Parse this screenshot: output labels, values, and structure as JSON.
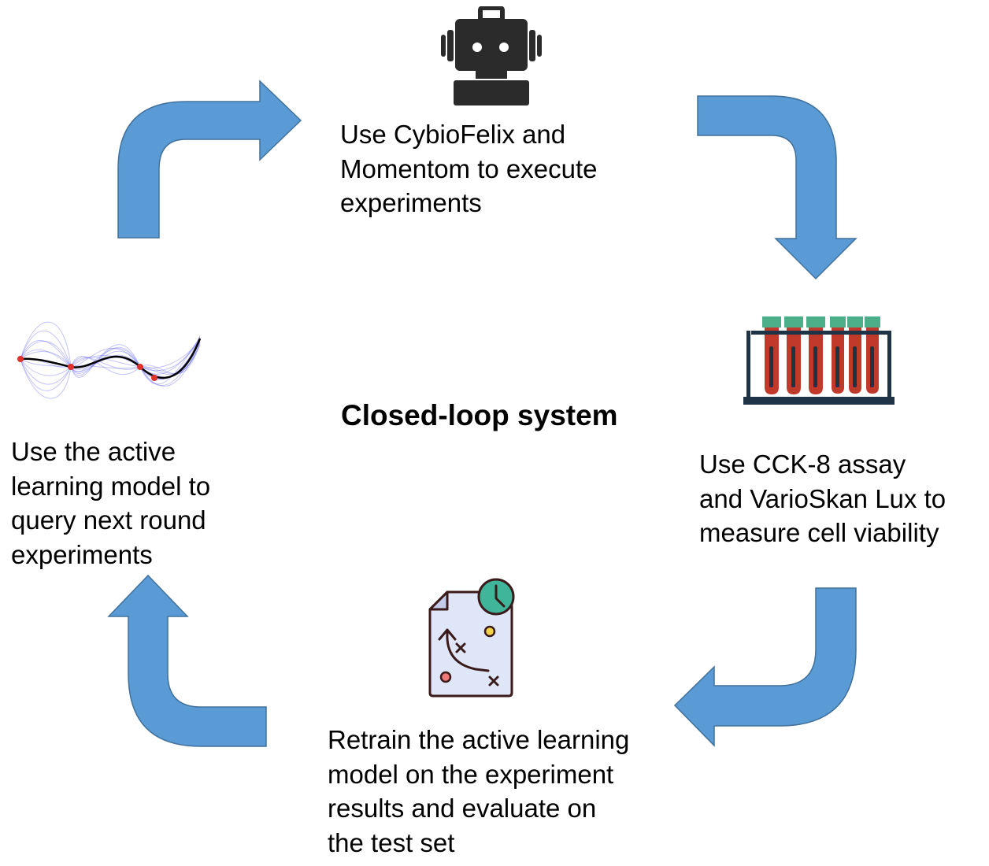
{
  "title": "Closed-loop system",
  "colors": {
    "arrow_fill": "#5b9bd5",
    "arrow_stroke": "#41719c",
    "robot": "#2b2b2b",
    "tube_cap": "#4caf8a",
    "tube_body": "#c0392b",
    "rack": "#1f3347",
    "clock": "#3fb59a",
    "document": "#dfe6f7"
  },
  "steps": [
    {
      "id": "execute",
      "icon": "robot-icon",
      "lines": [
        "Use CybioFelix and",
        "Momentom to execute",
        "experiments"
      ]
    },
    {
      "id": "measure",
      "icon": "test-tubes-icon",
      "lines": [
        "Use CCK-8 assay",
        "and VarioSkan Lux to",
        "measure cell viability"
      ]
    },
    {
      "id": "retrain",
      "icon": "strategy-document-icon",
      "lines": [
        "Retrain the active learning",
        "model on the experiment",
        "results and evaluate on",
        "the test set"
      ]
    },
    {
      "id": "query",
      "icon": "gaussian-process-plot-icon",
      "lines": [
        "Use the active",
        "learning model to",
        "query next round",
        "experiments"
      ]
    }
  ]
}
